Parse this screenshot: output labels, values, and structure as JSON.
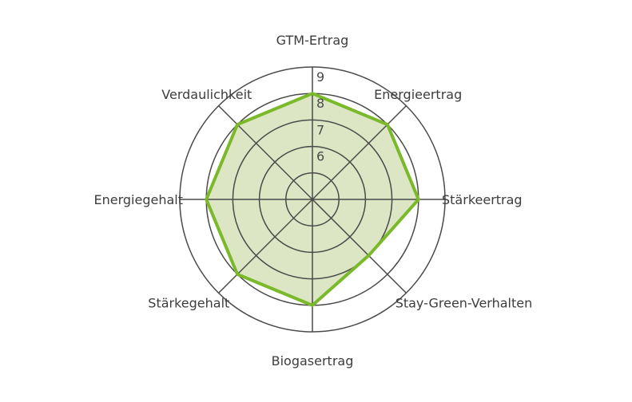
{
  "chart_data": {
    "type": "radar",
    "axes": [
      "GTM-Ertrag",
      "Energieertrag",
      "Stärkeertrag",
      "Stay-Green-Verhalten",
      "Biogasertrag",
      "Stärkegehalt",
      "Energiegehalt",
      "Verdaulichkeit"
    ],
    "series": [
      {
        "values": [
          8,
          8,
          8,
          7,
          8,
          8,
          8,
          8
        ]
      }
    ],
    "rings": [
      5,
      6,
      7,
      8,
      9
    ],
    "range": [
      4,
      9
    ],
    "tick_labels": [
      "6",
      "7",
      "8",
      "9"
    ],
    "colors": {
      "fill": "#dde6c4",
      "stroke": "#7ab929",
      "grid": "#4a4a4a"
    }
  }
}
